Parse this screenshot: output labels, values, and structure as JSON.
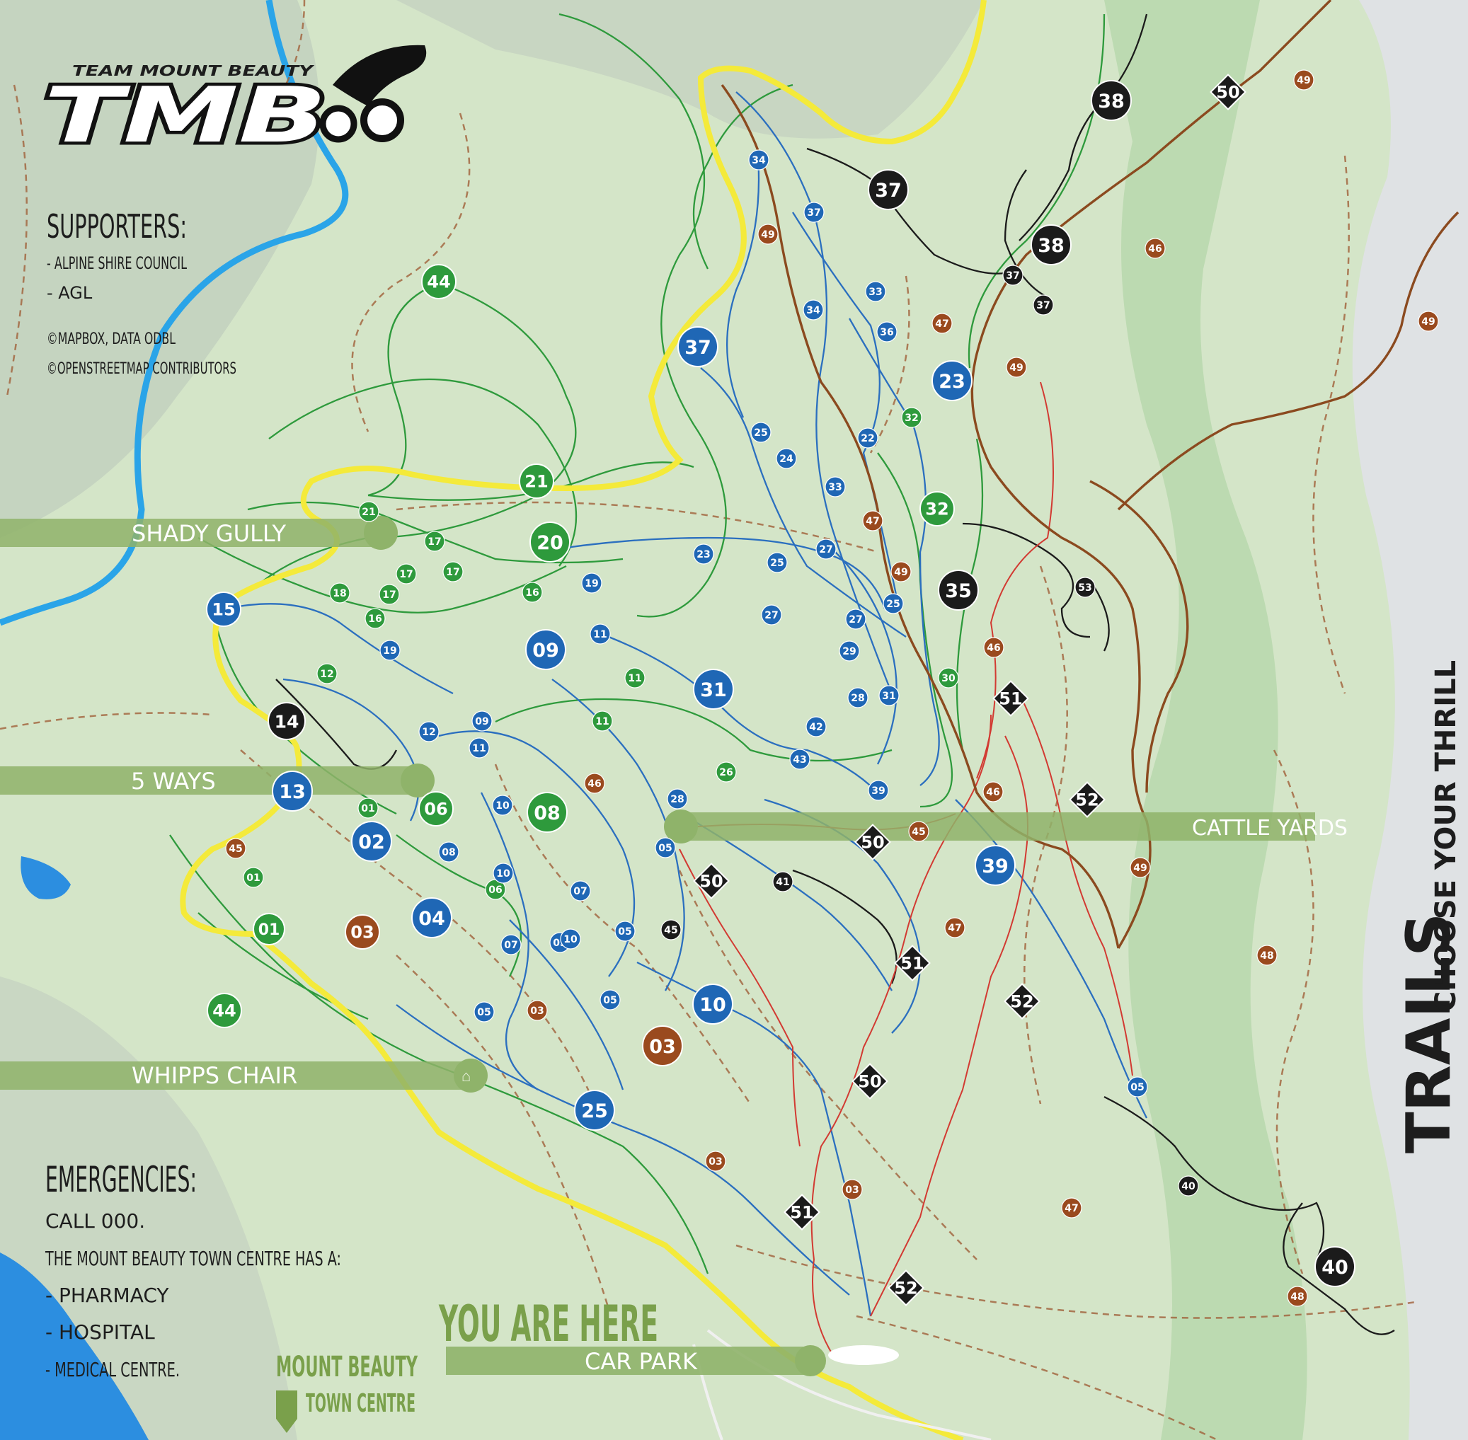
{
  "logo": {
    "tagline": "TEAM MOUNT BEAUTY",
    "name": "TMB"
  },
  "supporters": {
    "heading": "SUPPORTERS:",
    "items": [
      "- ALPINE SHIRE COUNCIL",
      "- AGL"
    ],
    "credits": [
      "©MAPBOX, DATA ODBL",
      "©OPENSTREETMAP CONTRIBUTORS"
    ]
  },
  "emergencies": {
    "heading": "EMERGENCIES:",
    "lines": [
      "CALL 000.",
      "THE MOUNT BEAUTY TOWN CENTRE HAS A:",
      "- PHARMACY",
      "- HOSPITAL",
      "- MEDICAL CENTRE."
    ]
  },
  "places": {
    "shady_gully": "SHADY GULLY",
    "five_ways": "5 WAYS",
    "whipps_chair": "WHIPPS CHAIR",
    "cattle_yards": "CATTLE YARDS",
    "car_park": "CAR PARK",
    "you_are_here": "YOU ARE HERE",
    "town_centre_1": "MOUNT BEAUTY",
    "town_centre_2": "TOWN CENTRE"
  },
  "side_title": "TRAILS",
  "side_subtitle": "CHOOSE YOUR THRILL",
  "colors": {
    "green": "#2e9a3c",
    "blue": "#1f67b5",
    "black": "#1b1b1b",
    "brown": "#9a4a1e",
    "yellow": "#f4ea3a",
    "river": "#2aa4e8",
    "land": "#d4e5c8",
    "band": "#8fb36a"
  },
  "trail_markers": {
    "green": [
      "44",
      "21",
      "20",
      "17",
      "17",
      "17",
      "18",
      "17",
      "16",
      "16",
      "21",
      "12",
      "01",
      "06",
      "08",
      "06",
      "01",
      "44",
      "01",
      "11",
      "11",
      "26",
      "32",
      "32",
      "30"
    ],
    "blue": [
      "15",
      "19",
      "19",
      "09",
      "11",
      "31",
      "13",
      "12",
      "09",
      "11",
      "02",
      "08",
      "10",
      "04",
      "10",
      "07",
      "05",
      "05",
      "05",
      "07",
      "05",
      "10",
      "10",
      "05",
      "25",
      "37",
      "34",
      "37",
      "34",
      "33",
      "36",
      "23",
      "25",
      "24",
      "33",
      "22",
      "23",
      "25",
      "27",
      "27",
      "27",
      "25",
      "29",
      "28",
      "31",
      "42",
      "43",
      "28",
      "39",
      "39",
      "05"
    ],
    "black": [
      "38",
      "37",
      "38",
      "37",
      "37",
      "35",
      "14",
      "50",
      "41",
      "45",
      "51",
      "52",
      "50",
      "51",
      "40",
      "40",
      "53",
      "51",
      "52",
      "50",
      "51",
      "52",
      "50"
    ],
    "brown": [
      "49",
      "47",
      "46",
      "47",
      "49",
      "49",
      "46",
      "03",
      "03",
      "03",
      "46",
      "45",
      "47",
      "03",
      "03",
      "49",
      "49",
      "49",
      "46",
      "47",
      "48",
      "03",
      "48",
      "49",
      "45"
    ]
  }
}
